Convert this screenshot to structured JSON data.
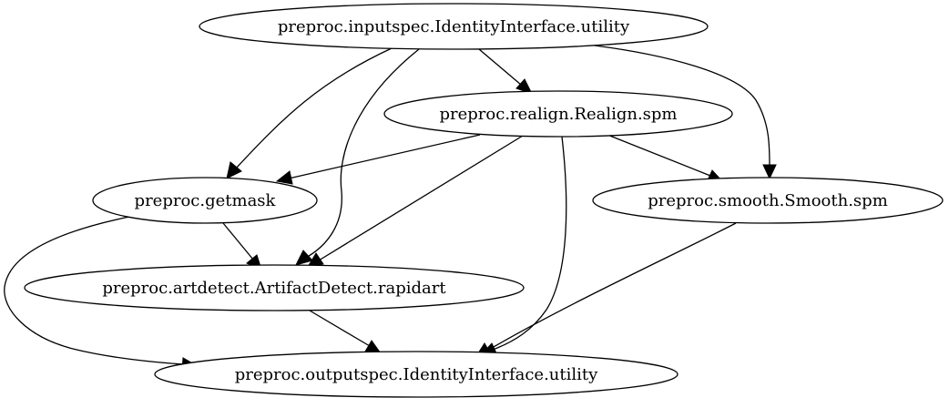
{
  "diagram": {
    "type": "directed-graph",
    "nodes": [
      {
        "id": "inputspec",
        "label": "preproc.inputspec.IdentityInterface.utility"
      },
      {
        "id": "realign",
        "label": "preproc.realign.Realign.spm"
      },
      {
        "id": "getmask",
        "label": "preproc.getmask"
      },
      {
        "id": "smooth",
        "label": "preproc.smooth.Smooth.spm"
      },
      {
        "id": "artdetect",
        "label": "preproc.artdetect.ArtifactDetect.rapidart"
      },
      {
        "id": "outputspec",
        "label": "preproc.outputspec.IdentityInterface.utility"
      }
    ],
    "edges": [
      {
        "from": "inputspec",
        "to": "realign"
      },
      {
        "from": "inputspec",
        "to": "getmask"
      },
      {
        "from": "inputspec",
        "to": "artdetect"
      },
      {
        "from": "inputspec",
        "to": "smooth"
      },
      {
        "from": "realign",
        "to": "getmask"
      },
      {
        "from": "realign",
        "to": "artdetect"
      },
      {
        "from": "realign",
        "to": "smooth"
      },
      {
        "from": "realign",
        "to": "outputspec"
      },
      {
        "from": "getmask",
        "to": "artdetect"
      },
      {
        "from": "getmask",
        "to": "outputspec"
      },
      {
        "from": "smooth",
        "to": "outputspec"
      },
      {
        "from": "artdetect",
        "to": "outputspec"
      }
    ]
  }
}
